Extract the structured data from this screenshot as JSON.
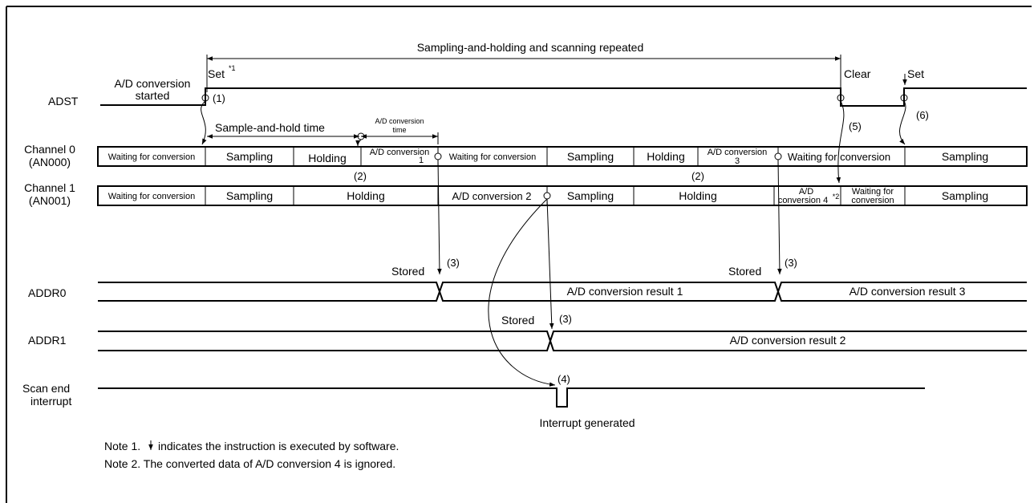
{
  "signals": {
    "adst": "ADST",
    "ch0_line1": "Channel 0",
    "ch0_line2": "(AN000)",
    "ch1_line1": "Channel 1",
    "ch1_line2": "(AN001)",
    "addr0": "ADDR0",
    "addr1": "ADDR1",
    "scan_line1": "Scan end",
    "scan_line2": "interrupt"
  },
  "annotations": {
    "repeated": "Sampling-and-holding and scanning repeated",
    "set": "Set",
    "set_sup": "*1",
    "clear": "Clear",
    "set2": "Set",
    "adc_started_1": "A/D conversion",
    "adc_started_2": "started",
    "n1": "(1)",
    "n2a": "(2)",
    "n2b": "(2)",
    "n3a": "(3)",
    "n3b": "(3)",
    "n3c": "(3)",
    "n4": "(4)",
    "n5": "(5)",
    "n6": "(6)",
    "sample_hold_time": "Sample-and-hold time",
    "adc_time_1": "A/D conversion",
    "adc_time_2": "time",
    "stored_a": "Stored",
    "stored_b": "Stored",
    "stored_c": "Stored",
    "interrupt_generated": "Interrupt generated"
  },
  "channel0": {
    "waiting1": "Waiting for conversion",
    "sampling1": "Sampling",
    "holding1": "Holding",
    "adc1_a": "A/D conversion",
    "adc1_b": "1",
    "waiting2": "Waiting for conversion",
    "sampling2": "Sampling",
    "holding2": "Holding",
    "adc3_a": "A/D conversion",
    "adc3_b": "3",
    "waiting3": "Waiting for conversion",
    "sampling3": "Sampling"
  },
  "channel1": {
    "waiting1": "Waiting for conversion",
    "sampling1": "Sampling",
    "holding1": "Holding",
    "adc2": "A/D conversion 2",
    "sampling2": "Sampling",
    "holding2": "Holding",
    "adc4_a": "A/D",
    "adc4_b": "conversion 4",
    "adc4_sup": "*2",
    "waiting2_a": "Waiting for",
    "waiting2_b": "conversion",
    "sampling3": "Sampling"
  },
  "results": {
    "addr0_r1": "A/D conversion result 1",
    "addr0_r3": "A/D conversion result 3",
    "addr1_r2": "A/D conversion result 2"
  },
  "notes": {
    "note1_prefix": "Note 1.",
    "note1_text": "indicates the instruction is executed by software.",
    "note2": "Note 2.  The converted data of A/D conversion 4 is ignored."
  }
}
